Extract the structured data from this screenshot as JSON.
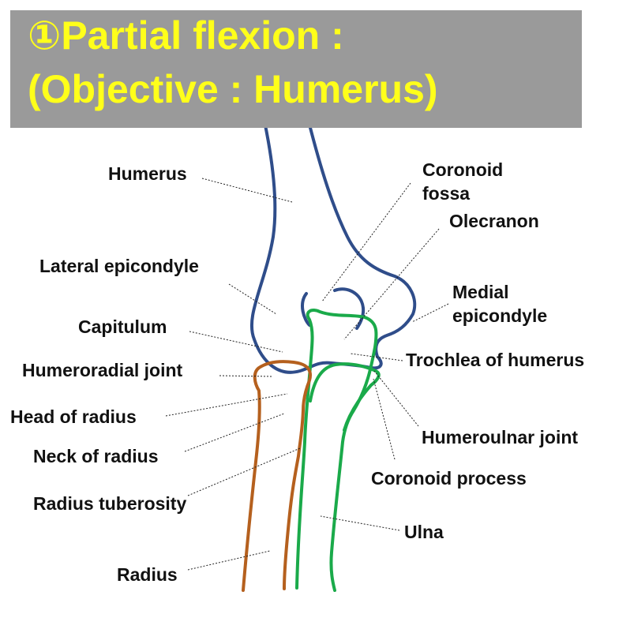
{
  "title": {
    "line1": "①Partial flexion :",
    "line2": "(Objective : Humerus)"
  },
  "colors": {
    "title_background": "#9a9a9a",
    "title_text": "#ffff1a",
    "humerus": "#2f4d8a",
    "ulna": "#1aaa4a",
    "radius": "#b5601e"
  },
  "labels": {
    "humerus": "Humerus",
    "coronoid_fossa_1": "Coronoid",
    "coronoid_fossa_2": "fossa",
    "olecranon": "Olecranon",
    "lateral_epicondyle": "Lateral epicondyle",
    "medial_epicondyle_1": "Medial",
    "medial_epicondyle_2": "epicondyle",
    "capitulum": "Capitulum",
    "trochlea": "Trochlea of humerus",
    "humeroradial_joint": "Humeroradial joint",
    "head_of_radius": "Head of radius",
    "humeroulnar_joint": "Humeroulnar joint",
    "neck_of_radius": "Neck of radius",
    "coronoid_process": "Coronoid process",
    "radius_tuberosity": "Radius tuberosity",
    "ulna": "Ulna",
    "radius": "Radius"
  }
}
